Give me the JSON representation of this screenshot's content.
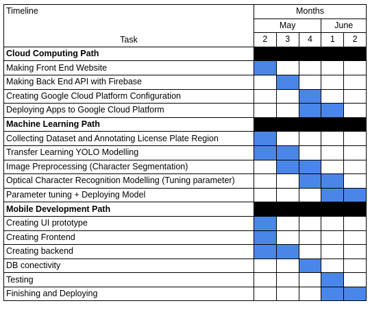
{
  "colors": {
    "filled": "#4a86e8",
    "section": "#000000"
  },
  "header": {
    "timeline": "Timeline",
    "months": "Months",
    "task": "Task",
    "month_groups": [
      {
        "name": "May",
        "span": 3
      },
      {
        "name": "June",
        "span": 2
      }
    ],
    "weeks": [
      "2",
      "3",
      "4",
      "1",
      "2"
    ]
  },
  "rows": [
    {
      "type": "section",
      "name": "Cloud Computing Path"
    },
    {
      "type": "task",
      "name": "Making Front End Website",
      "filled": [
        0
      ]
    },
    {
      "type": "task",
      "name": "Making Back End API with Firebase",
      "filled": [
        1
      ]
    },
    {
      "type": "task",
      "name": "Creating Google Cloud Platform Configuration",
      "filled": [
        2
      ]
    },
    {
      "type": "task",
      "name": "Deploying Apps to Google Cloud Platform",
      "filled": [
        2,
        3
      ]
    },
    {
      "type": "section",
      "name": "Machine Learning Path"
    },
    {
      "type": "task",
      "name": "Collecting Dataset and Annotating License Plate Region",
      "filled": [
        0
      ]
    },
    {
      "type": "task",
      "name": "Transfer Learning YOLO Modelling",
      "filled": [
        0,
        1
      ]
    },
    {
      "type": "task",
      "name": "Image Preprocessing (Character Segmentation)",
      "filled": [
        1,
        2
      ]
    },
    {
      "type": "task",
      "name": "Optical Character Recognition Modelling (Tuning parameter)",
      "filled": [
        2,
        3
      ]
    },
    {
      "type": "task",
      "name": "Parameter tuning + Deploying Model",
      "filled": [
        3,
        4
      ]
    },
    {
      "type": "section",
      "name": "Mobile Development Path"
    },
    {
      "type": "task",
      "name": "Creating UI prototype",
      "filled": [
        0
      ]
    },
    {
      "type": "task",
      "name": "Creating Frontend",
      "filled": [
        0
      ]
    },
    {
      "type": "task",
      "name": "Creating backend",
      "filled": [
        0,
        1
      ]
    },
    {
      "type": "task",
      "name": "DB conectivity",
      "filled": [
        2
      ]
    },
    {
      "type": "task",
      "name": "Testing",
      "filled": [
        3
      ]
    },
    {
      "type": "task",
      "name": "Finishing and Deploying",
      "filled": [
        3,
        4
      ]
    }
  ]
}
